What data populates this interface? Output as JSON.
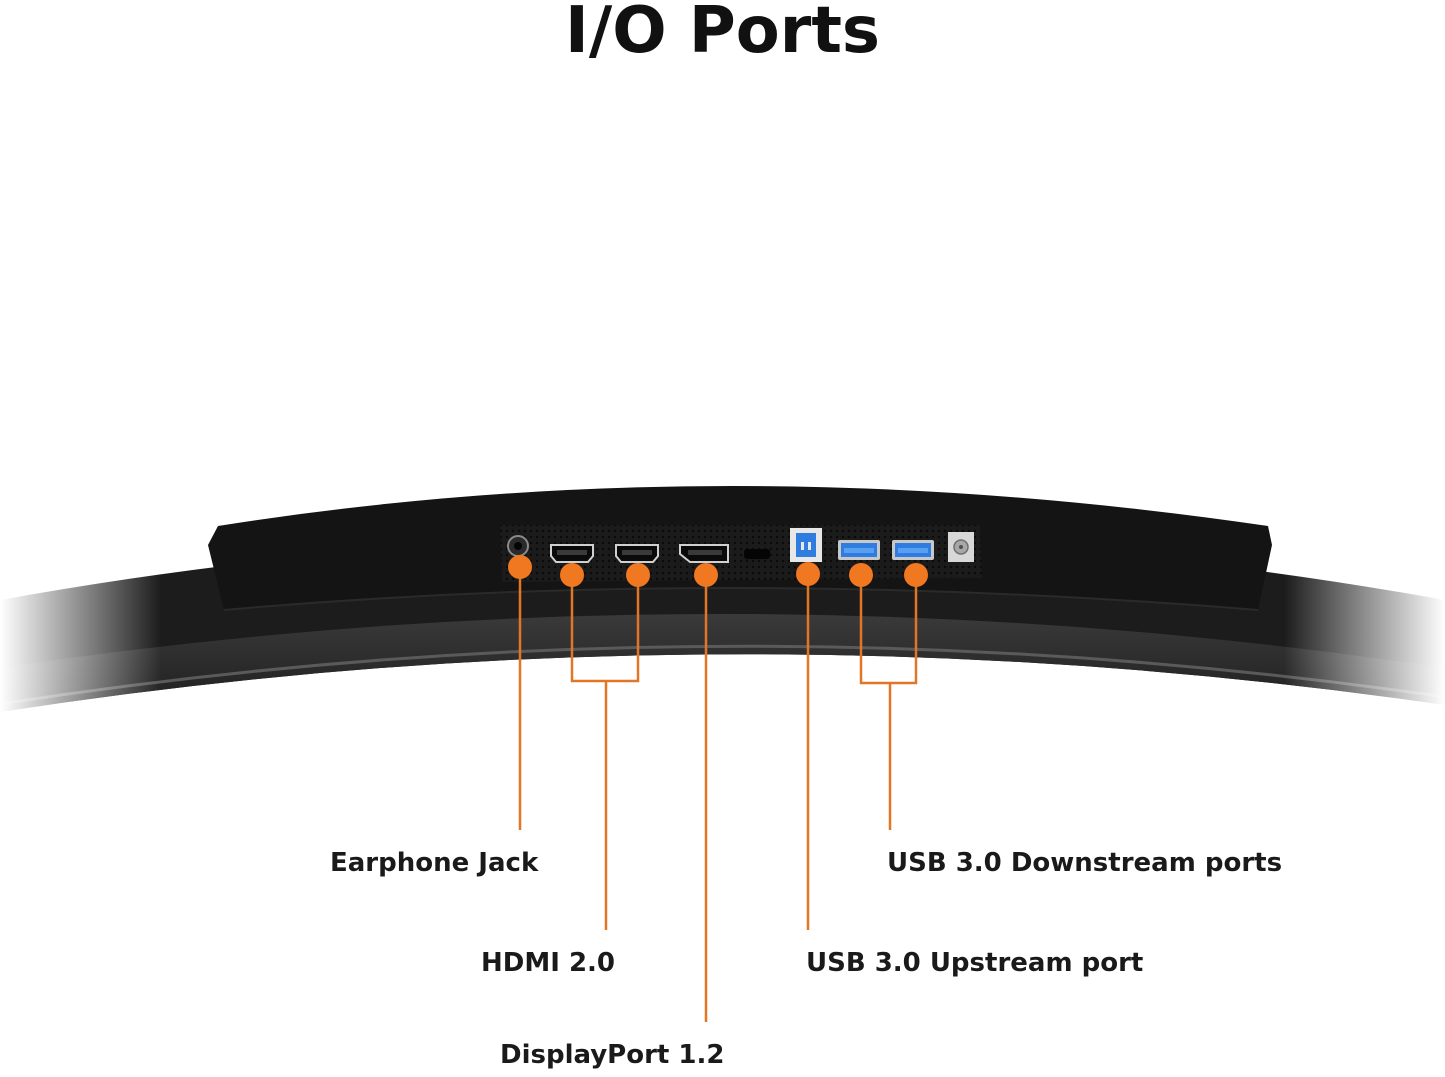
{
  "title": "I/O Ports",
  "colors": {
    "accent": "#f07820",
    "bezel": "#1a1a1a",
    "usb_port": "#2f7de1"
  },
  "ports": [
    {
      "label": "Earphone Jack",
      "icon": "earphone-jack-icon"
    },
    {
      "label": "HDMI 2.0",
      "icon": "hdmi-port-icon"
    },
    {
      "label": "DisplayPort 1.2",
      "icon": "displayport-icon"
    },
    {
      "label": "USB 3.0 Upstream port",
      "icon": "usb-b-port-icon"
    },
    {
      "label": "USB 3.0 Downstream ports",
      "icon": "usb-a-port-icon"
    }
  ]
}
